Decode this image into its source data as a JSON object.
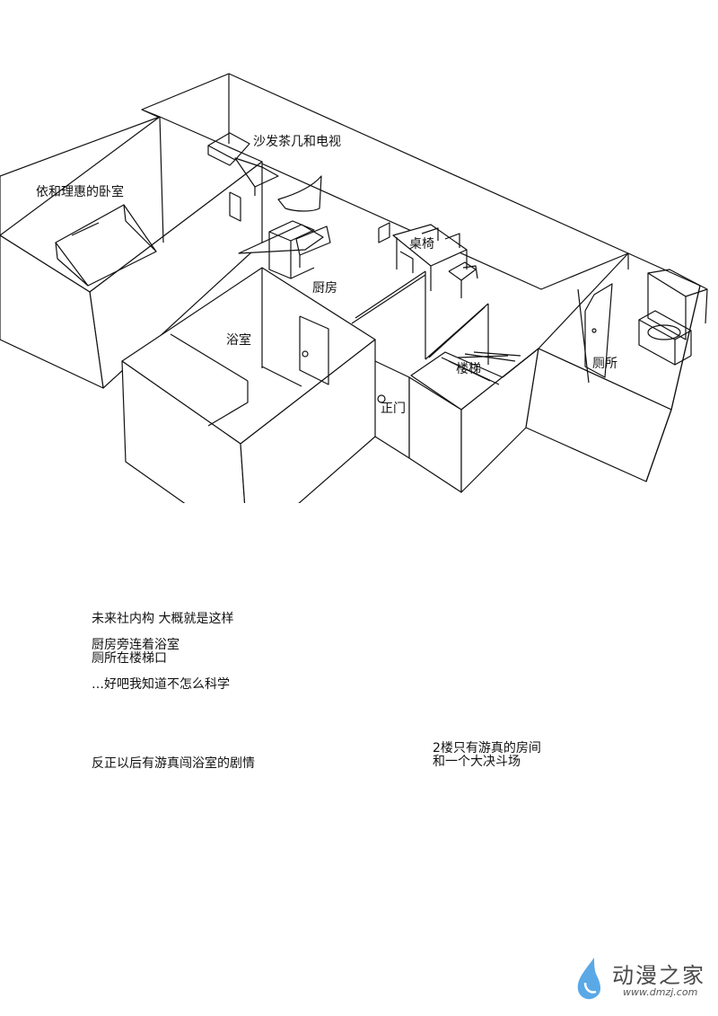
{
  "rooms": {
    "sofa": "沙发茶几和电视",
    "bedroom": "依和理惠的卧室",
    "table": "桌椅",
    "kitchen": "厨房",
    "bathroom": "浴室",
    "toilet": "厕所",
    "stairs": "楼梯",
    "door": "正门"
  },
  "notes_left": [
    "未来社内构  大概就是这样",
    "",
    "厨房旁连着浴室",
    "厕所在楼梯口",
    "",
    "…好吧我知道不怎么科学"
  ],
  "note_bottom_left": "反正以后有游真闯浴室的剧情",
  "notes_right": [
    "2楼只有游真的房间",
    "和一个大决斗场"
  ],
  "watermark": {
    "title": "动漫之家",
    "url": "www.dmzj.com",
    "color": "#5aa9e6"
  }
}
